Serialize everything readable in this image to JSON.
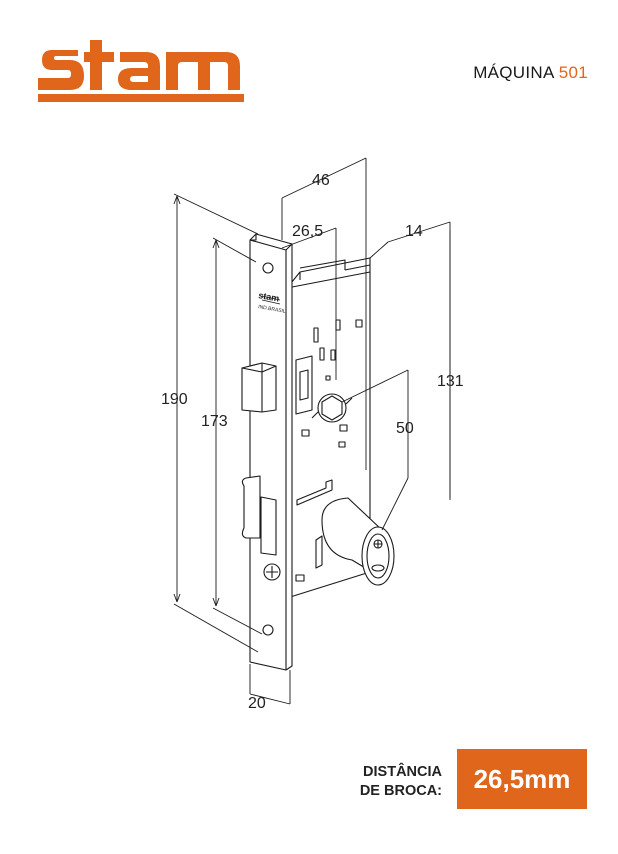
{
  "brand": {
    "name": "stam",
    "color": "#e0661b"
  },
  "header": {
    "model_label": "MÁQUINA",
    "model_number": "501"
  },
  "plate": {
    "brand_text": "stam",
    "engraving": "IND.BRASIL"
  },
  "dimensions": {
    "d46": "46",
    "d26_5": "26,5",
    "d14": "14",
    "d190": "190",
    "d173": "173",
    "d131": "131",
    "d50": "50",
    "d20": "20"
  },
  "footer": {
    "label_line1": "DISTÂNCIA",
    "label_line2": "DE BROCA:",
    "value": "26,5mm"
  }
}
